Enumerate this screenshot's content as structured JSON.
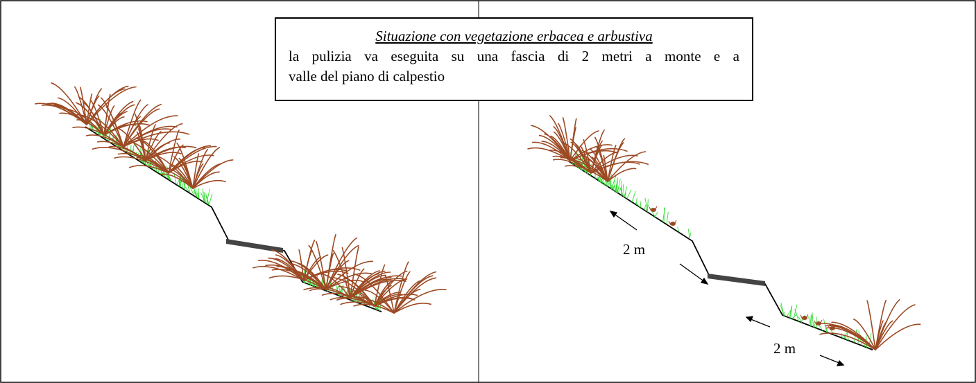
{
  "caption": {
    "title": "Situazione con vegetazione erbacea e arbustiva",
    "line1": "la pulizia va eseguita su una fascia di 2 metri a monte e a",
    "line2": "valle del piano di calpestio"
  },
  "dimensions": {
    "upper_label": "2 m",
    "lower_label": "2 m"
  },
  "colors": {
    "frame": "#000000",
    "slope": "#000000",
    "grass": "#33dd33",
    "shrub": "#9c4a24",
    "stump": "#9c4a24",
    "walkway": "#333333"
  }
}
